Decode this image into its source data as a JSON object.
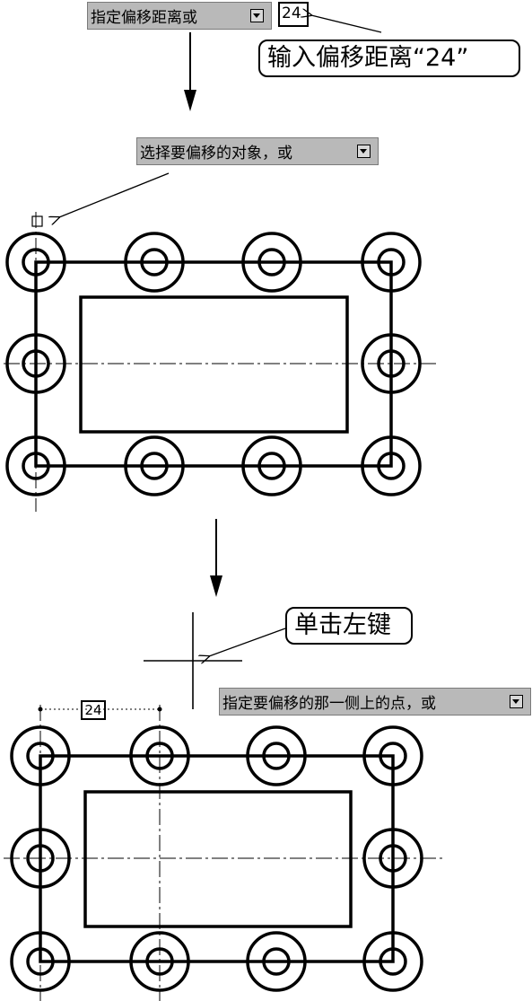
{
  "step1": {
    "prompt_label": "指定偏移距离或",
    "input_value": "24",
    "callout_text": "输入偏移距离“24”"
  },
  "step2": {
    "prompt_label": "选择要偏移的对象，或"
  },
  "step3": {
    "callout_text": "单击左键",
    "prompt_label": "指定要偏移的那一侧上的点，或",
    "dimension_value": "24"
  },
  "icons": [
    "dropdown-arrow-icon",
    "arrow-down-icon",
    "pickbox-icon",
    "crosshair-icon"
  ]
}
